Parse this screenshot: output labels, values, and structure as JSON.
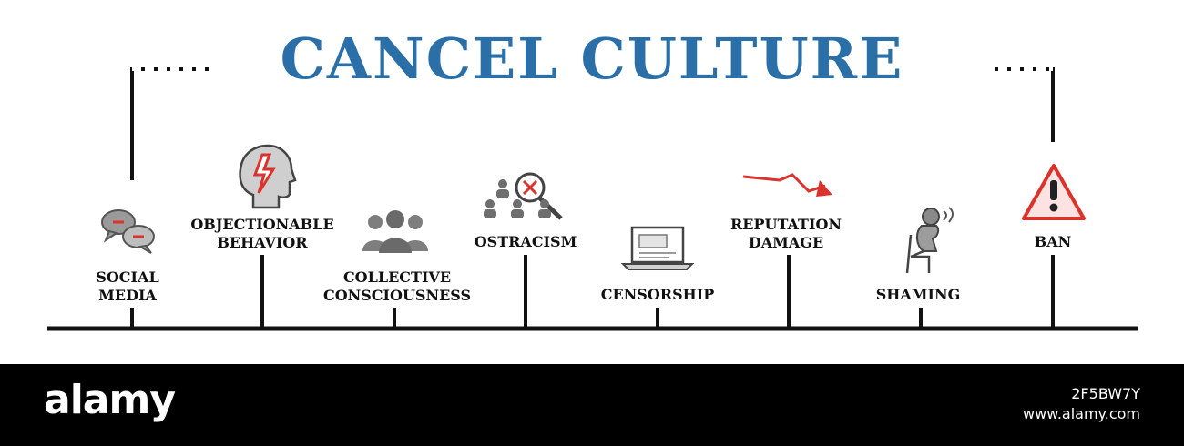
{
  "title": "CANCEL CULTURE",
  "colors": {
    "title": "#2a6fa8",
    "line": "#111111",
    "accent": "#d9332b",
    "icon_gray": "#8a8a8a"
  },
  "items": [
    {
      "lines": [
        "SOCIAL",
        "MEDIA"
      ],
      "icon": "speech-bubbles-icon"
    },
    {
      "lines": [
        "OBJECTIONABLE",
        "BEHAVIOR"
      ],
      "icon": "head-lightning-icon"
    },
    {
      "lines": [
        "COLLECTIVE",
        "CONSCIOUSNESS"
      ],
      "icon": "group-people-icon"
    },
    {
      "lines": [
        "OSTRACISM"
      ],
      "icon": "magnifier-people-icon"
    },
    {
      "lines": [
        "CENSORSHIP"
      ],
      "icon": "laptop-news-icon"
    },
    {
      "lines": [
        "REPUTATION",
        "DAMAGE"
      ],
      "icon": "downtrend-arrow-icon"
    },
    {
      "lines": [
        "SHAMING"
      ],
      "icon": "sad-person-icon"
    },
    {
      "lines": [
        "BAN"
      ],
      "icon": "warning-triangle-icon"
    }
  ],
  "footer": {
    "brand": "alamy",
    "image_id": "2F5BW7Y",
    "site": "www.alamy.com"
  }
}
